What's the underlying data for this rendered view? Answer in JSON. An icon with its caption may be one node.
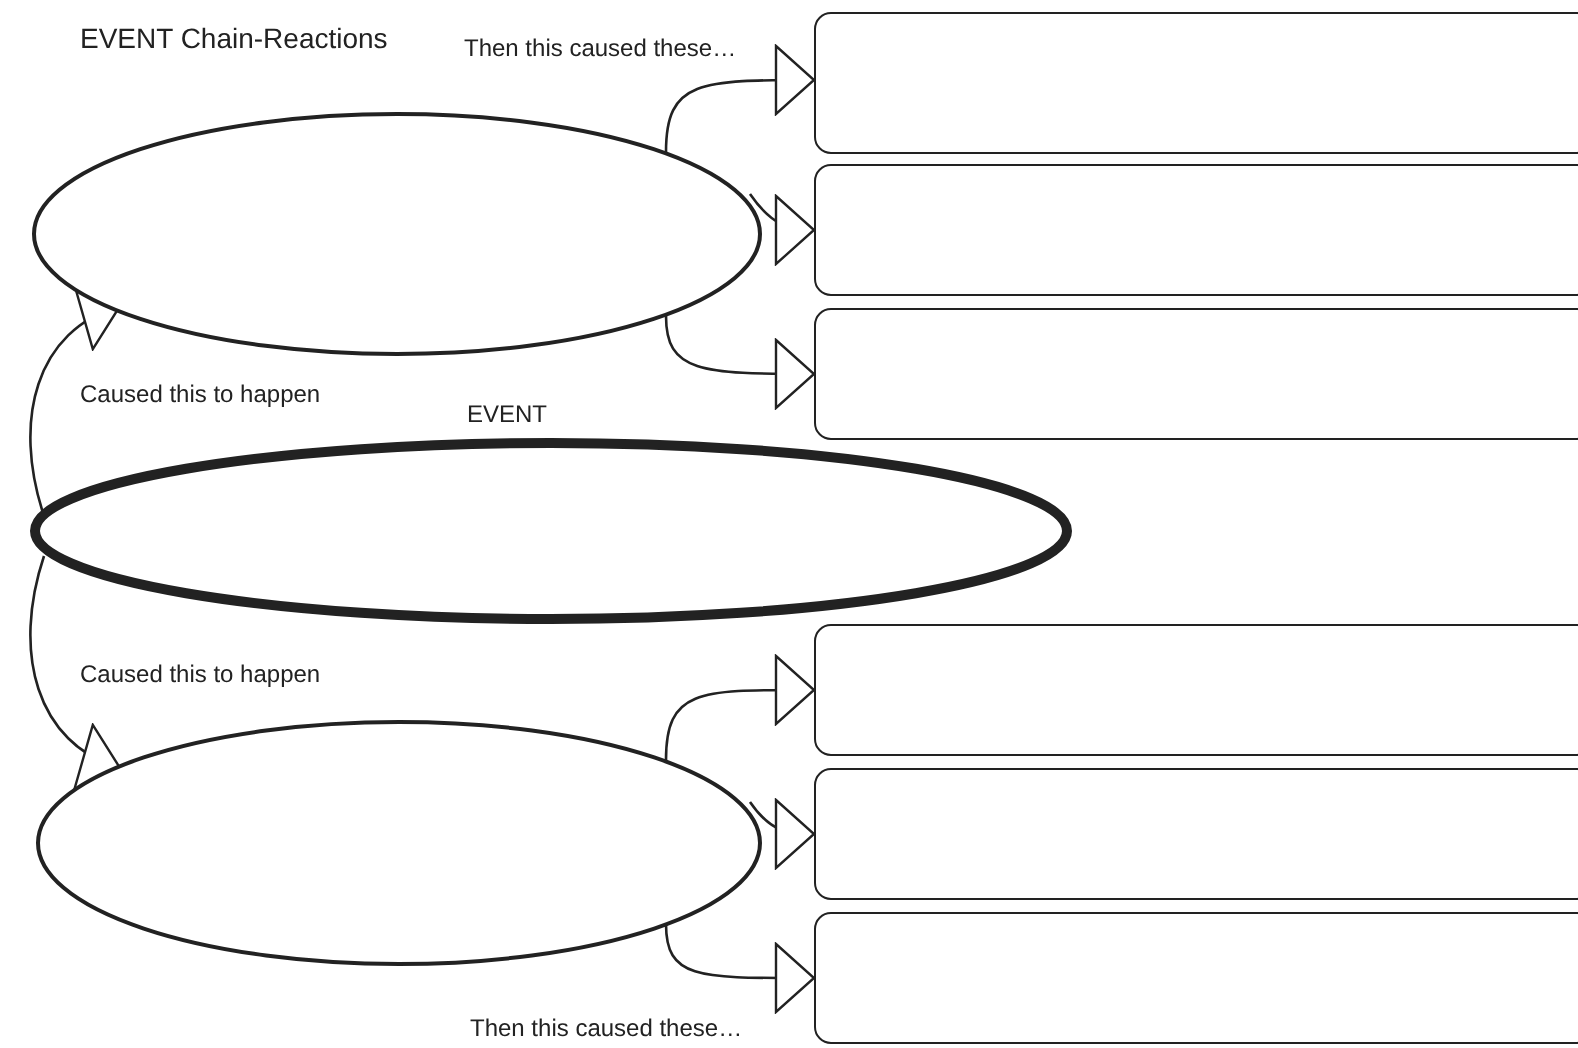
{
  "diagram": {
    "title": "EVENT Chain-Reactions",
    "nodes": [
      {
        "text": [],
        "shape": "ellipse"
      },
      {
        "text": [],
        "shape": "box"
      },
      {
        "text": [],
        "shape": "box"
      },
      {
        "text": [],
        "shape": "box"
      },
      {
        "text": [
          "EVENT"
        ]
      },
      {
        "text": [],
        "shape": "ellipse"
      },
      {
        "text": [],
        "shape": "box"
      },
      {
        "text": [],
        "shape": "box"
      },
      {
        "text": [],
        "shape": "box"
      }
    ],
    "edges": [
      {
        "from": 4,
        "to": 0,
        "arrow": "to"
      },
      {
        "from": 0,
        "to": 1,
        "arrow": "to"
      },
      {
        "from": 0,
        "to": 2,
        "arrow": "to"
      },
      {
        "from": 0,
        "to": 3,
        "arrow": "to"
      },
      {
        "from": 4,
        "to": 5,
        "arrow": "to"
      },
      {
        "from": 5,
        "to": 6,
        "arrow": "to"
      },
      {
        "from": 5,
        "to": 7,
        "arrow": "to"
      },
      {
        "from": 5,
        "to": 8,
        "arrow": "to"
      }
    ],
    "labels": [
      "Then this caused these…",
      "Caused this to happen",
      "Caused this to happen",
      "Then this caused these…"
    ]
  }
}
